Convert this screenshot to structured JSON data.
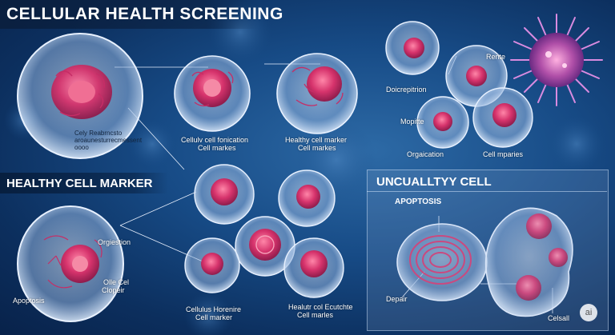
{
  "title": "CELLULAR HEALTH SCREENING",
  "sections": {
    "healthy": "HEALTHY CELL MARKER",
    "unhealthy": "UNCUALLTYY CELL"
  },
  "labels": {
    "top_left_cell_note_1": "Cely Reabrncsto",
    "top_left_cell_note_2": "aroaunesturrecmessent",
    "top_left_cell_note_3": "oooo",
    "cell_a": [
      "Cellulv cell fonication",
      "Cell markes"
    ],
    "cell_b": [
      "Healthy cell marker",
      "Cell markes"
    ],
    "rente": "Rente",
    "doicrepitrion": "Doicrepitrion",
    "mopitte": "Mopitte",
    "orgaication_top": "Orgaication",
    "cell_mparies": "Cell mparies",
    "orgiestion": "Orgiestion",
    "olle_cel": "Olle Cel",
    "clopeir": "Clopeir",
    "apoptosis_left": "Apoptosis",
    "cellulus": [
      "Cellulus Horenire",
      "Cell marker"
    ],
    "healutr": [
      "Healutr col Ecutchte",
      "Cell marles"
    ],
    "panel_apoptosis": "APOPTOSIS",
    "depair": "Depair",
    "celsall": "Celsall"
  },
  "watermark": "ai",
  "colors": {
    "background": "#174b86",
    "cell_membrane": "#b8cde8",
    "nucleus": "#d6336c"
  }
}
